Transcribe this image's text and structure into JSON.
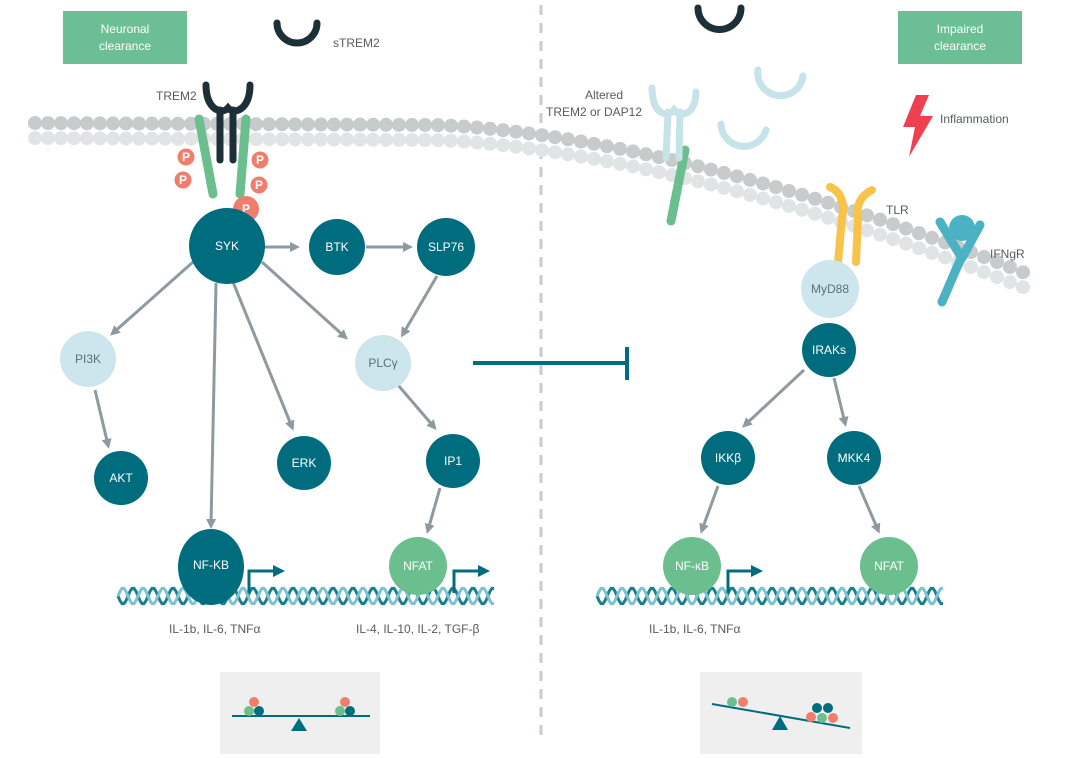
{
  "left_panel": {
    "header": "Neuronal\nclearance",
    "soluble_receptor_label": "sTREM2",
    "receptor_label": "TREM2",
    "phospho_label": "P",
    "nodes": {
      "syk": "SYK",
      "btk": "BTK",
      "slp76": "SLP76",
      "pi3k": "PI3K",
      "plcg": "PLCγ",
      "akt": "AKT",
      "erk": "ERK",
      "ip1": "IP1",
      "nfkb": "NF-KB",
      "nfat": "NFAT"
    },
    "gene_labels": {
      "nfkb_targets": "IL-1b, IL-6, TNFα",
      "nfat_targets": "IL-4, IL-10, IL-2, TGF-β"
    }
  },
  "right_panel": {
    "header": "Impaired\nclearance",
    "altered_label": "Altered\nTREM2 or DAP12",
    "inflammation_label": "Inflammation",
    "tlr_label": "TLR",
    "ifngr_label": "IFNgR",
    "nodes": {
      "myd88": "MyD88",
      "iraks": "IRAKs",
      "ikkb": "IKKβ",
      "mkk4": "MKK4",
      "nfkb": "NF-κB",
      "nfat": "NFAT"
    },
    "gene_labels": {
      "nfkb_targets": "IL-1b, IL-6, TNFα"
    }
  },
  "colors": {
    "teal_dark": "#006d7e",
    "teal_light": "#cde6ee",
    "green": "#6bbf8e",
    "header_green": "#6cbf94",
    "salmon": "#f07e6c",
    "receptor_dark": "#1d3038",
    "receptor_light": "#c6e3ea",
    "tlr_yellow": "#f7c348",
    "ifngr_blue": "#4ab2c2",
    "arrow_grey": "#8e9a9f",
    "membrane_grey": "#c7cbcc",
    "inflammation_red": "#ef4050"
  }
}
